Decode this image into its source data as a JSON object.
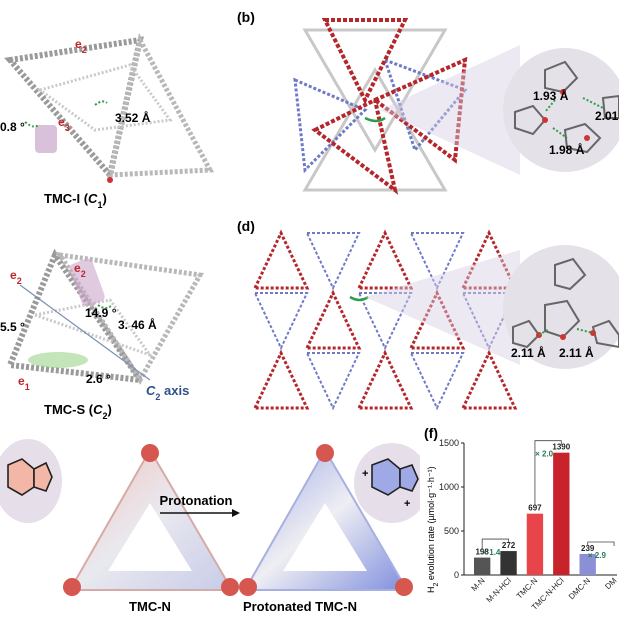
{
  "panel_b": {
    "label": "(b)",
    "hbonds": [
      "1.93 Å",
      "2.01",
      "1.98 Å"
    ]
  },
  "panel_d": {
    "label": "(d)",
    "hbonds": [
      "2.11 Å",
      "2.11 Å"
    ]
  },
  "panel_a": {
    "caption_name": "TMC-I (",
    "caption_sym": "C",
    "caption_sub": "1",
    "caption_end": ")",
    "e2": "e",
    "e2_sub": "2",
    "e3": "e",
    "e3_sub": "3",
    "angle": "0.8 °",
    "dist": "3.52 Å"
  },
  "panel_c": {
    "caption_name": "TMC-S (",
    "caption_sym": "C",
    "caption_sub": "2",
    "caption_end": ")",
    "e2": "e",
    "e2_sub": "2",
    "e1": "e",
    "e1_sub": "1",
    "angle1": "14.9 °",
    "angle_left": "5.5 °",
    "angle_low": "2.6 °",
    "dist": "3. 46 Å",
    "axis_sym": "C",
    "axis_sub": "2",
    "axis_word": " axis"
  },
  "panel_e": {
    "left_label": "TMC-N",
    "arrow_label": "Protonation",
    "right_label": "Protonated TMC-N",
    "plus": "+"
  },
  "chart_data": {
    "type": "bar",
    "panel_label": "(f)",
    "ylabel_pre": "H",
    "ylabel_sub": "2",
    "ylabel_post": " evolution rate (µmol·g⁻¹·h⁻¹)",
    "ylim": [
      0,
      1500
    ],
    "yticks": [
      0,
      500,
      1000,
      1500
    ],
    "categories": [
      "M-N",
      "M-N-HCl",
      "TMC-N",
      "TMC-N-HCl",
      "DMC-N",
      "DM"
    ],
    "values": [
      198,
      272,
      697,
      1390,
      239,
      null
    ],
    "value_labels": [
      "198",
      "272",
      "697",
      "1390",
      "239",
      ""
    ],
    "colors": [
      "#555555",
      "#333333",
      "#e8454a",
      "#c8232b",
      "#8a8fd6",
      "#8a8fd6"
    ],
    "multipliers": [
      {
        "text": "× 1.4",
        "from": 0,
        "to": 1
      },
      {
        "text": "× 2.0",
        "from": 2,
        "to": 3
      },
      {
        "text": "× 2.9",
        "from": 4,
        "to": 5
      }
    ]
  },
  "colors": {
    "red_frame": "#b5262b",
    "blue_frame": "#6e7ac8",
    "grey_frame": "#9a9a9a",
    "accent_green": "#2a7a55"
  }
}
